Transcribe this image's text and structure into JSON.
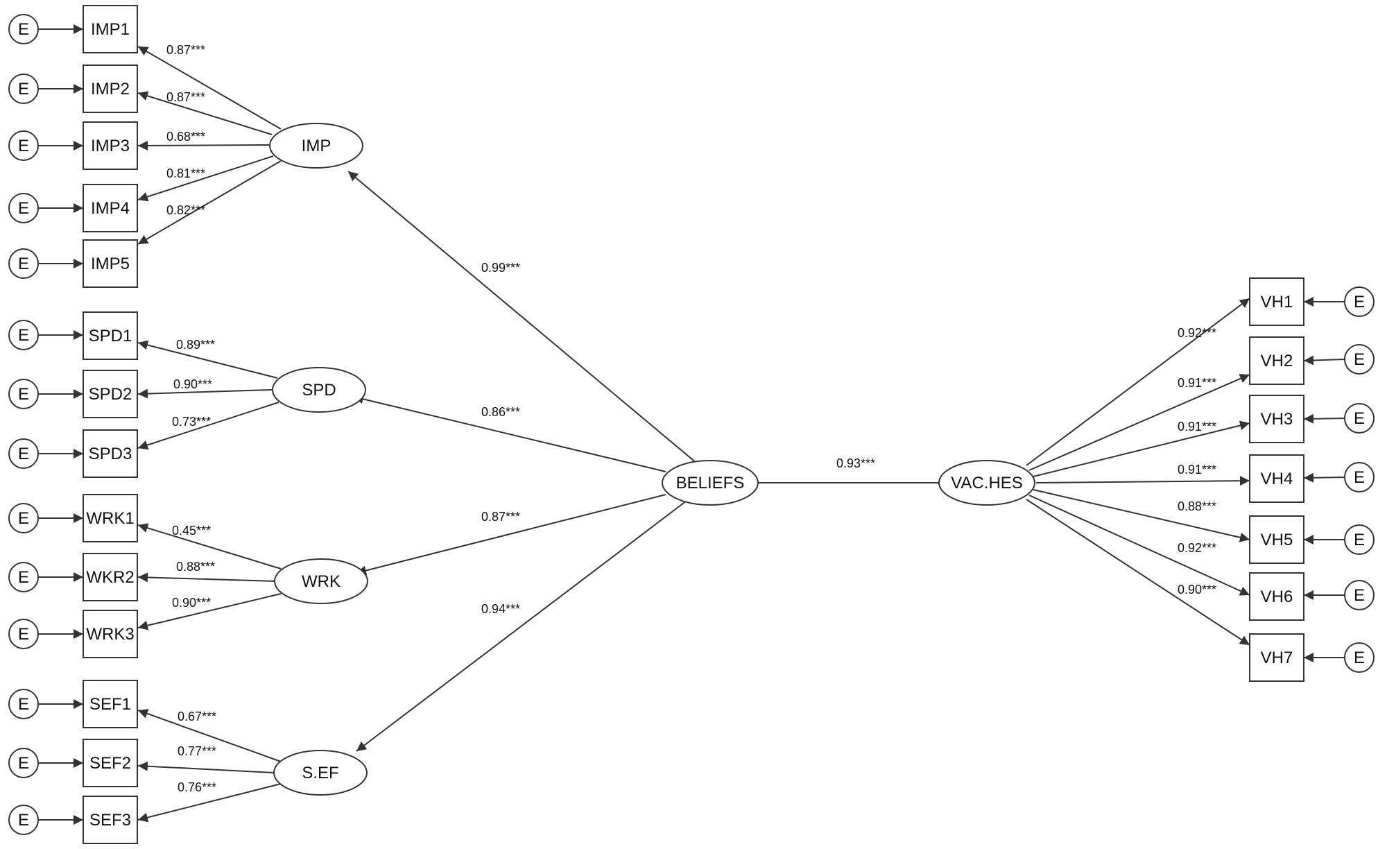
{
  "diagram": {
    "error_label": "E",
    "latent": {
      "IMP": "IMP",
      "SPD": "SPD",
      "WRK": "WRK",
      "SEF": "S.EF",
      "BELIEFS": "BELIEFS",
      "VAC": "VAC.HES"
    },
    "indicators": {
      "IMP1": "IMP1",
      "IMP2": "IMP2",
      "IMP3": "IMP3",
      "IMP4": "IMP4",
      "IMP5": "IMP5",
      "SPD1": "SPD1",
      "SPD2": "SPD2",
      "SPD3": "SPD3",
      "WRK1": "WRK1",
      "WKR2": "WKR2",
      "WRK3": "WRK3",
      "SEF1": "SEF1",
      "SEF2": "SEF2",
      "SEF3": "SEF3",
      "VH1": "VH1",
      "VH2": "VH2",
      "VH3": "VH3",
      "VH4": "VH4",
      "VH5": "VH5",
      "VH6": "VH6",
      "VH7": "VH7"
    },
    "coefficients": {
      "IMP1": "0.87***",
      "IMP2": "0.87***",
      "IMP3": "0.68***",
      "IMP4": "0.81***",
      "IMP5": "0.82***",
      "SPD1": "0.89***",
      "SPD2": "0.90***",
      "SPD3": "0.73***",
      "WRK1": "0.45***",
      "WKR2": "0.88***",
      "WRK3": "0.90***",
      "SEF1": "0.67***",
      "SEF2": "0.77***",
      "SEF3": "0.76***",
      "B_IMP": "0.99***",
      "B_SPD": "0.86***",
      "B_WRK": "0.87***",
      "B_SEF": "0.94***",
      "B_VAC": "0.93***",
      "VH1": "0.92***",
      "VH2": "0.91***",
      "VH3": "0.91***",
      "VH4": "0.91***",
      "VH5": "0.88***",
      "VH6": "0.92***",
      "VH7": "0.90***"
    }
  }
}
